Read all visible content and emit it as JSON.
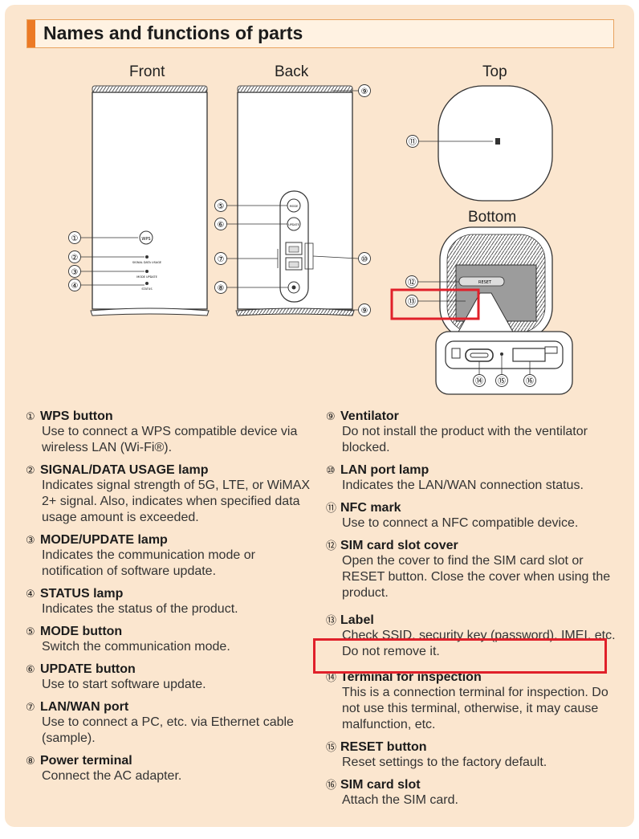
{
  "title": "Names and functions of parts",
  "views": {
    "front": "Front",
    "back": "Back",
    "top": "Top",
    "bottom": "Bottom"
  },
  "device_marks": {
    "wps": "WPS",
    "mode": "MODE",
    "update": "UPDATE",
    "reset": "RESET",
    "lamp2": "SIGNAL DATA USAGE",
    "lamp3": "MODE UPDATE",
    "lamp4": "STATUS"
  },
  "callouts": [
    "①",
    "②",
    "③",
    "④",
    "⑤",
    "⑥",
    "⑦",
    "⑧",
    "⑨",
    "⑩",
    "⑪",
    "⑫",
    "⑬",
    "⑭",
    "⑮",
    "⑯"
  ],
  "items_left": [
    {
      "num": "①",
      "name": "WPS button",
      "desc": "Use to connect a WPS compatible device via wireless LAN (Wi-Fi®)."
    },
    {
      "num": "②",
      "name": "SIGNAL/DATA USAGE lamp",
      "desc": "Indicates signal strength of 5G, LTE, or WiMAX 2+ signal. Also, indicates when specified data usage amount is exceeded."
    },
    {
      "num": "③",
      "name": "MODE/UPDATE lamp",
      "desc": "Indicates the communication mode or notification of software update."
    },
    {
      "num": "④",
      "name": "STATUS lamp",
      "desc": "Indicates the status of the product."
    },
    {
      "num": "⑤",
      "name": "MODE button",
      "desc": "Switch the communication mode."
    },
    {
      "num": "⑥",
      "name": "UPDATE button",
      "desc": "Use to start software update."
    },
    {
      "num": "⑦",
      "name": "LAN/WAN port",
      "desc": "Use to connect a PC, etc. via Ethernet cable (sample)."
    },
    {
      "num": "⑧",
      "name": "Power terminal",
      "desc": "Connect the AC adapter."
    }
  ],
  "items_right": [
    {
      "num": "⑨",
      "name": "Ventilator",
      "desc": "Do not install the product with the ventilator blocked."
    },
    {
      "num": "⑩",
      "name": "LAN port lamp",
      "desc": "Indicates the LAN/WAN connection status."
    },
    {
      "num": "⑪",
      "name": "NFC mark",
      "desc": "Use to connect a NFC compatible device."
    },
    {
      "num": "⑫",
      "name": "SIM card slot cover",
      "desc": "Open the cover to find the SIM card slot or RESET button. Close the cover when using the product."
    },
    {
      "num": "⑬",
      "name": "Label",
      "desc": "Check SSID, security key (password), IMEI, etc. Do not remove it."
    },
    {
      "num": "⑭",
      "name": "Terminal for inspection",
      "desc": "This is a connection terminal for inspection. Do not use this terminal, otherwise, it may cause malfunction, etc."
    },
    {
      "num": "⑮",
      "name": "RESET button",
      "desc": "Reset settings to the factory default."
    },
    {
      "num": "⑯",
      "name": "SIM card slot",
      "desc": "Attach the SIM card."
    }
  ]
}
